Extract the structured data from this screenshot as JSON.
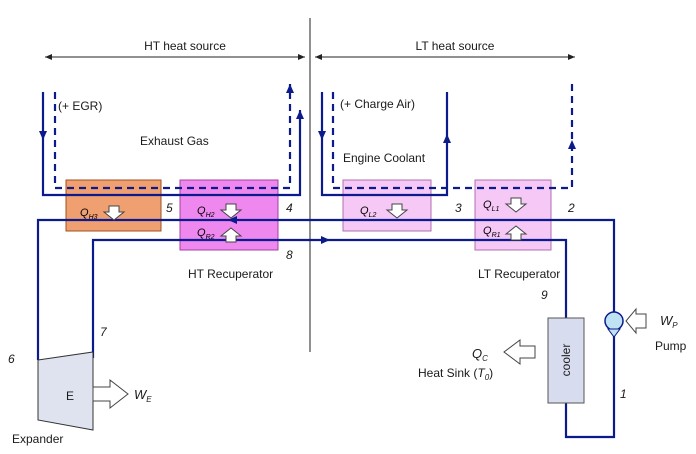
{
  "sources": {
    "ht": "HT heat source",
    "lt": "LT heat source"
  },
  "streams": {
    "egr": "(+ EGR)",
    "exhaust": "Exhaust Gas",
    "charge_air": "(+ Charge Air)",
    "coolant": "Engine Coolant"
  },
  "heat_flows": {
    "qh3": {
      "sym": "Q",
      "sub": "H3"
    },
    "qh2": {
      "sym": "Q",
      "sub": "H2"
    },
    "qr2": {
      "sym": "Q",
      "sub": "R2"
    },
    "ql2": {
      "sym": "Q",
      "sub": "L2"
    },
    "ql1": {
      "sym": "Q",
      "sub": "L1"
    },
    "qr1": {
      "sym": "Q",
      "sub": "R1"
    },
    "qc": {
      "sym": "Q",
      "sub": "C"
    }
  },
  "components": {
    "ht_recuperator": "HT Recuperator",
    "lt_recuperator": "LT Recuperator",
    "cooler": "cooler",
    "pump": "Pump",
    "expander": "Expander",
    "expander_letter": "E",
    "heat_sink": "Heat Sink (",
    "heat_sink_t": "T",
    "heat_sink_t_sub": "0",
    "heat_sink_close": ")"
  },
  "work": {
    "wp": {
      "sym": "W",
      "sub": "P"
    },
    "we": {
      "sym": "W",
      "sub": "E"
    }
  },
  "state_points": [
    "1",
    "2",
    "3",
    "4",
    "5",
    "6",
    "7",
    "8",
    "9"
  ],
  "colors": {
    "flow": "#0b1a8c",
    "ht_source_box": "#f0a070",
    "ht_recuperator_box": "#ee88ee",
    "lt_box": "#f5c8f5"
  }
}
